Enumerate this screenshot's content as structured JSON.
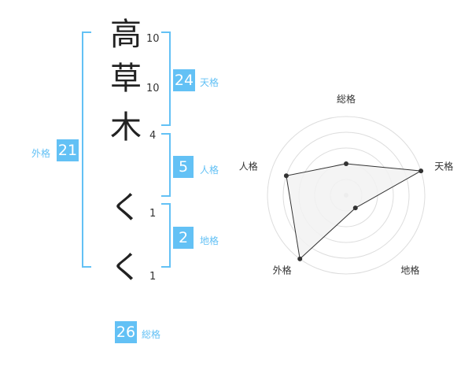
{
  "name": {
    "characters": [
      {
        "char": "高",
        "strokes": "10"
      },
      {
        "char": "草",
        "strokes": "10"
      },
      {
        "char": "木",
        "strokes": "4"
      },
      {
        "char": "く",
        "strokes": "1"
      },
      {
        "char": "く",
        "strokes": "1"
      }
    ]
  },
  "fortune": {
    "tenkaku": {
      "value": "24",
      "label": "天格"
    },
    "jinkaku": {
      "value": "5",
      "label": "人格"
    },
    "chikaku": {
      "value": "2",
      "label": "地格"
    },
    "gaikaku": {
      "value": "21",
      "label": "外格"
    },
    "soukaku": {
      "value": "26",
      "label": "総格"
    }
  },
  "chart_data": {
    "type": "radar",
    "axes": [
      "総格",
      "天格",
      "地格",
      "外格",
      "人格"
    ],
    "values": [
      2,
      5,
      1,
      5,
      4
    ],
    "rmax": 5,
    "rings": 5,
    "colors": {
      "fill": "#f2f2f2",
      "line": "#333333",
      "grid": "#dddddd",
      "center": "#cccccc"
    }
  }
}
